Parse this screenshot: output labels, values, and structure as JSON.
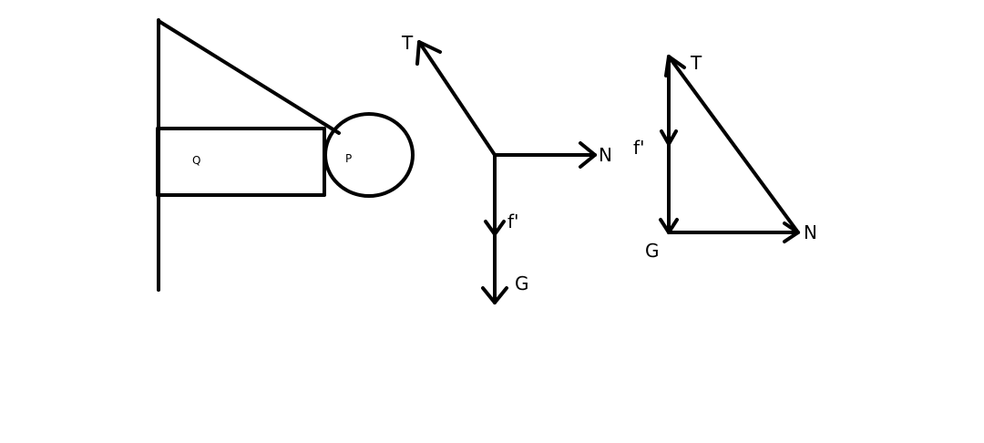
{
  "labels": {
    "block_q": "Q",
    "ball_p": "P",
    "fbd_tension": "T",
    "fbd_normal": "N",
    "fbd_friction": "f'",
    "fbd_gravity": "G",
    "triangle_tension": "T",
    "triangle_friction": "f'",
    "triangle_gravity": "G",
    "triangle_normal": "N"
  },
  "colors": {
    "ink": "#000000",
    "background": "#ffffff"
  }
}
